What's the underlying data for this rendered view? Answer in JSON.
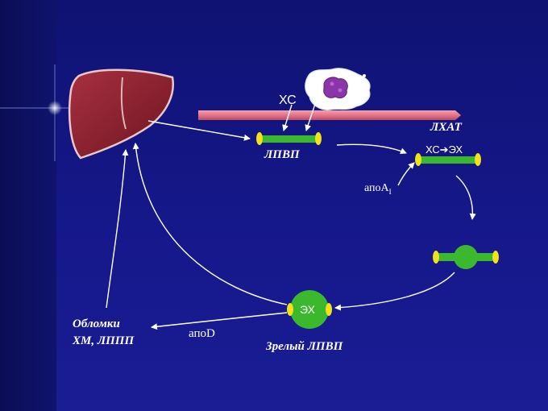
{
  "labels": {
    "xc_top": "ХС",
    "lpvp": "ЛПВП",
    "lhat": "ЛХАТ",
    "xc_to_ex": "ХС➔ЭХ",
    "apoA": "апо",
    "apoA_letter": "А",
    "apoA_sub": "I",
    "ex_particle": "ЭХ",
    "apoD": "апо",
    "apoD_letter": "D",
    "mature_hdl": "Зрелый ЛПВП",
    "fragments_line1": "Обломки",
    "fragments_line2": "ХМ, ЛППП"
  },
  "colors": {
    "background": "#11137a",
    "arrow": "#ffffff",
    "hdl_green": "#3bb82e",
    "apo_yellow": "#f2e21a",
    "vessel": "#e8788a",
    "liver": "#8e1f2c"
  },
  "icons": {
    "liver": "liver-icon",
    "macrophage": "macrophage-icon"
  }
}
